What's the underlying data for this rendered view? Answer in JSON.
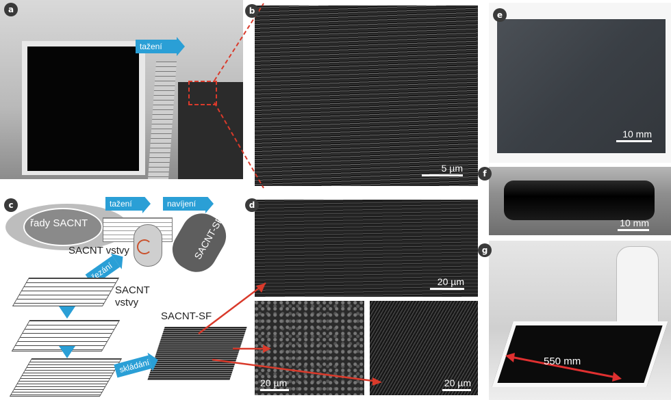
{
  "badges": {
    "a": "a",
    "b": "b",
    "c": "c",
    "d": "d",
    "e": "e",
    "f": "f",
    "g": "g"
  },
  "panel_a": {
    "pull_label": "tažení"
  },
  "panel_b": {
    "scale": "5 µm"
  },
  "panel_c": {
    "source": "řady SACNT",
    "pull": "tažení",
    "wind": "navíjení",
    "roll": "SACNT-SF",
    "layers_top": "SACNT vstvy",
    "cut": "řezání",
    "layers_stack": "SACNT\nvstvy",
    "block": "SACNT-SF",
    "stack": "skládání"
  },
  "panel_d": {
    "scale_top": "20 µm",
    "scale_bl": "20 µm",
    "scale_br": "20 µm"
  },
  "panel_e": {
    "scale": "10 mm"
  },
  "panel_f": {
    "scale": "10 mm"
  },
  "panel_g": {
    "dimension": "550 mm"
  },
  "colors": {
    "accent_arrow": "#2a9fd6",
    "red_guide": "#d93a2b",
    "badge": "#3a3a3a"
  }
}
